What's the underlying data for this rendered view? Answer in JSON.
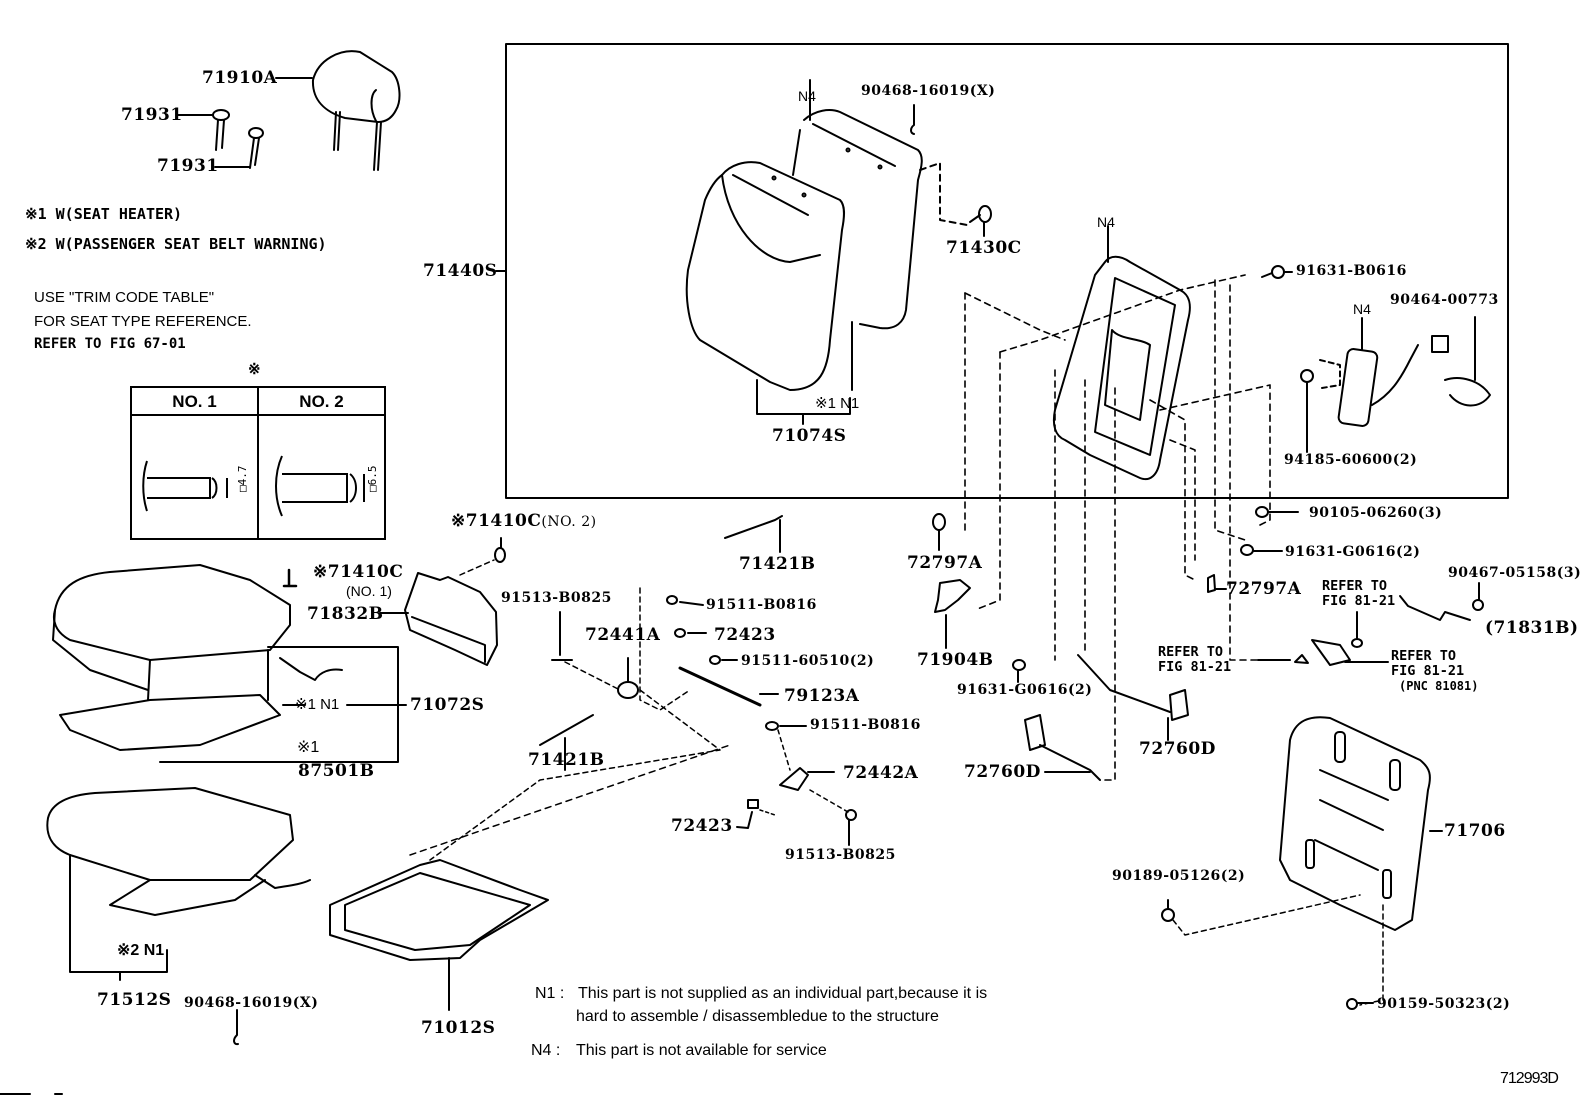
{
  "figure_id": "712993D",
  "legend_notes": {
    "note1": "※1 W(SEAT HEATER)",
    "note2": "※2 W(PASSENGER SEAT BELT WARNING)",
    "trim_line1": "USE \"TRIM CODE TABLE\"",
    "trim_line2": "FOR SEAT TYPE REFERENCE.",
    "trim_line3": "REFER TO FIG 67-01"
  },
  "clip_table": {
    "marker": "※",
    "col1_header": "NO. 1",
    "col2_header": "NO. 2",
    "col1_dim": "□4.7",
    "col2_dim": "□6.5"
  },
  "parts": {
    "p71910A": "71910A",
    "p71931a": "71931",
    "p71931b": "71931",
    "p71440S": "71440S",
    "p90468_top": "90468-16019(X)",
    "p71430C": "71430C",
    "p71074S": "71074S",
    "n4_cover": "N4",
    "n1_cover": "※1 N1",
    "n4_frame": "N4",
    "p91631_B0616": "91631-B0616",
    "n4_sensor": "N4",
    "p90464": "90464-00773",
    "p94185": "94185-60600(2)",
    "p71410C_no2": "※71410C",
    "p71410C_no2_suffix": "(NO. 2)",
    "p71410C_no1": "※71410C",
    "p71410C_no1_suffix": "(NO. 1)",
    "p71832B": "71832B",
    "p71421B_top": "71421B",
    "p91513_top": "91513-B0825",
    "p91511_B0816_top": "91511-B0816",
    "p72441A": "72441A",
    "p72423_top": "72423",
    "p91511_60510": "91511-60510(2)",
    "p79123A": "79123A",
    "p91511_B0816_bot": "91511-B0816",
    "p71421B_bot": "71421B",
    "p72442A": "72442A",
    "p72423_bot": "72423",
    "p91513_bot": "91513-B0825",
    "p72797A_left": "72797A",
    "p71904B": "71904B",
    "p91631_G0616_left": "91631-G0616(2)",
    "p72760D_right": "72760D",
    "p72760D_left": "72760D",
    "p90105": "90105-06260(3)",
    "p91631_G0616_right": "91631-G0616(2)",
    "p72797A_right": "72797A",
    "p90467": "90467-05158(3)",
    "p71831B": "(71831B)",
    "p71072S": "71072S",
    "n1_pad": "※1 N1",
    "p87501B_note": "※1",
    "p87501B": "87501B",
    "p71512S": "71512S",
    "n2_pad": "※2  N1",
    "p90468_bot": "90468-16019(X)",
    "p71012S": "71012S",
    "p71706": "71706",
    "p90189": "90189-05126(2)",
    "p90159": "90159-50323(2)"
  },
  "references": {
    "ref_a_line1": "REFER TO",
    "ref_a_line2": "FIG 81-21",
    "ref_b_line1": "REFER TO",
    "ref_b_line2": "FIG 81-21",
    "ref_c_line1": "REFER TO",
    "ref_c_line2": "FIG 81-21",
    "ref_c_line3": "(PNC 81081)"
  },
  "footnotes": {
    "n1_key": "N1 :",
    "n1_text_line1": "This part is not supplied as an individual part,because it is",
    "n1_text_line2": "hard to assemble / disassembledue to the structure",
    "n4_key": "N4 :",
    "n4_text": "This part is not available for service"
  }
}
